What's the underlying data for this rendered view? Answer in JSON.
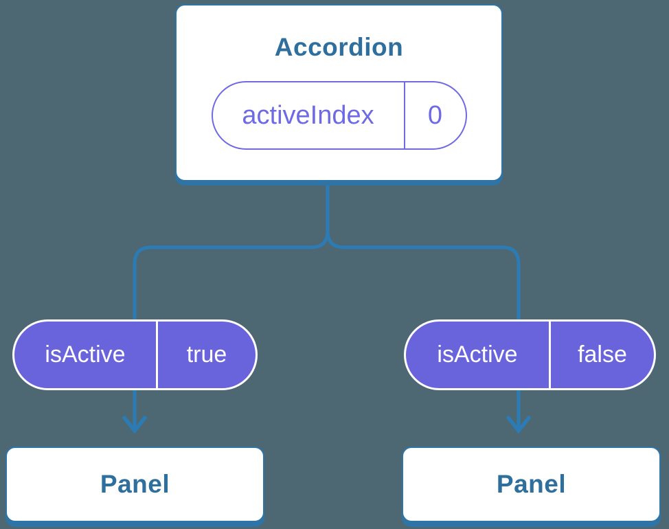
{
  "tree": {
    "root": {
      "title": "Accordion",
      "state": {
        "name": "activeIndex",
        "value": "0"
      }
    },
    "children": [
      {
        "title": "Panel",
        "prop": {
          "name": "isActive",
          "value": "true"
        }
      },
      {
        "title": "Panel",
        "prop": {
          "name": "isActive",
          "value": "false"
        }
      }
    ]
  },
  "colors": {
    "background": "#4D6872",
    "node_fill": "#FFFFFF",
    "node_border": "#2E74A7",
    "node_text": "#2F6F9D",
    "connector": "#2C7BB5",
    "state_pill_outline": "#6E69E4",
    "prop_pill_fill": "#6A64DC",
    "prop_pill_text": "#FFFFFF"
  }
}
